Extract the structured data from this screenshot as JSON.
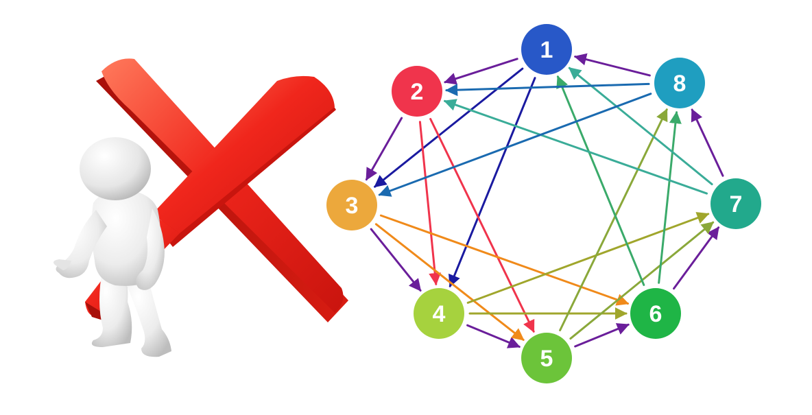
{
  "illustration": {
    "figure": "person-figure-shrugging",
    "mark": "red-x-mark",
    "colors": {
      "x": "#e8231c",
      "x_highlight": "#ff6a4d",
      "figure": "#eeeeee"
    }
  },
  "graph": {
    "nodes": [
      {
        "id": "1",
        "label": "1",
        "color": "#2858c8"
      },
      {
        "id": "2",
        "label": "2",
        "color": "#f0344c"
      },
      {
        "id": "3",
        "label": "3",
        "color": "#eca83c"
      },
      {
        "id": "4",
        "label": "4",
        "color": "#a6d23e"
      },
      {
        "id": "5",
        "label": "5",
        "color": "#6cc43a"
      },
      {
        "id": "6",
        "label": "6",
        "color": "#1fb546"
      },
      {
        "id": "7",
        "label": "7",
        "color": "#22a98c"
      },
      {
        "id": "8",
        "label": "8",
        "color": "#1f9ec0"
      }
    ],
    "edges": [
      {
        "from": "1",
        "to": "2",
        "color": "#6a1e9a"
      },
      {
        "from": "2",
        "to": "3",
        "color": "#6a1e9a"
      },
      {
        "from": "3",
        "to": "4",
        "color": "#6a1e9a"
      },
      {
        "from": "4",
        "to": "5",
        "color": "#6a1e9a"
      },
      {
        "from": "5",
        "to": "6",
        "color": "#6a1e9a"
      },
      {
        "from": "6",
        "to": "7",
        "color": "#6a1e9a"
      },
      {
        "from": "7",
        "to": "8",
        "color": "#6a1e9a"
      },
      {
        "from": "8",
        "to": "1",
        "color": "#6a1e9a"
      },
      {
        "from": "1",
        "to": "3",
        "color": "#1a1aa0"
      },
      {
        "from": "1",
        "to": "4",
        "color": "#1a1aa0"
      },
      {
        "from": "2",
        "to": "4",
        "color": "#f0344c"
      },
      {
        "from": "2",
        "to": "5",
        "color": "#f0344c"
      },
      {
        "from": "3",
        "to": "5",
        "color": "#f08a1a"
      },
      {
        "from": "3",
        "to": "6",
        "color": "#f08a1a"
      },
      {
        "from": "4",
        "to": "6",
        "color": "#a0a62c"
      },
      {
        "from": "4",
        "to": "7",
        "color": "#a0a62c"
      },
      {
        "from": "5",
        "to": "7",
        "color": "#8aa83a"
      },
      {
        "from": "5",
        "to": "8",
        "color": "#8aa83a"
      },
      {
        "from": "6",
        "to": "8",
        "color": "#3aaa6a"
      },
      {
        "from": "6",
        "to": "1",
        "color": "#3aaa6a"
      },
      {
        "from": "7",
        "to": "1",
        "color": "#3aac98"
      },
      {
        "from": "7",
        "to": "2",
        "color": "#3aac98"
      },
      {
        "from": "8",
        "to": "2",
        "color": "#1a6ab0"
      },
      {
        "from": "8",
        "to": "3",
        "color": "#1a6ab0"
      }
    ]
  }
}
